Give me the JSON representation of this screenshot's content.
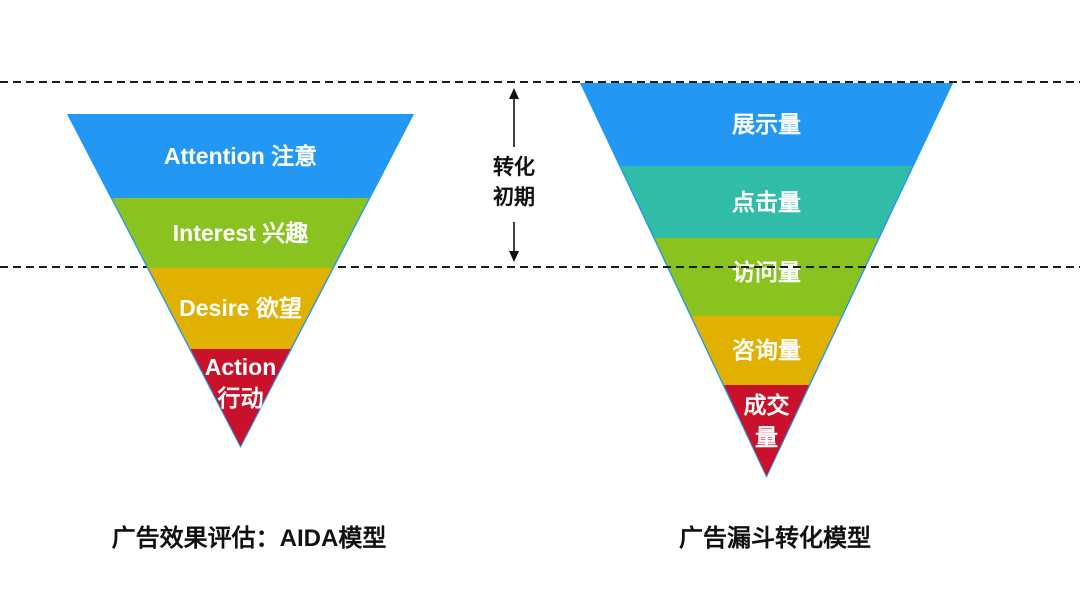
{
  "background_color": "#ffffff",
  "guides": {
    "dash_color": "#1c1c1c"
  },
  "stage_marker": {
    "line1": "转化",
    "line2": "初期"
  },
  "left_funnel": {
    "caption": "广告效果评估：AIDA模型",
    "layers": [
      {
        "label": "Attention 注意",
        "color": "#2297F3"
      },
      {
        "label": "Interest 兴趣",
        "color": "#8AC320"
      },
      {
        "label": "Desire 欲望",
        "color": "#E0B100"
      },
      {
        "label": "Action",
        "label2": "行动",
        "color": "#C9112B"
      }
    ]
  },
  "right_funnel": {
    "caption": "广告漏斗转化模型",
    "layers": [
      {
        "label": "展示量",
        "color": "#2297F3"
      },
      {
        "label": "点击量",
        "color": "#30BCA6"
      },
      {
        "label": "访问量",
        "color": "#8AC320"
      },
      {
        "label": "咨询量",
        "color": "#E0B100"
      },
      {
        "label": "成交",
        "label2": "量",
        "color": "#C9112B"
      }
    ]
  }
}
